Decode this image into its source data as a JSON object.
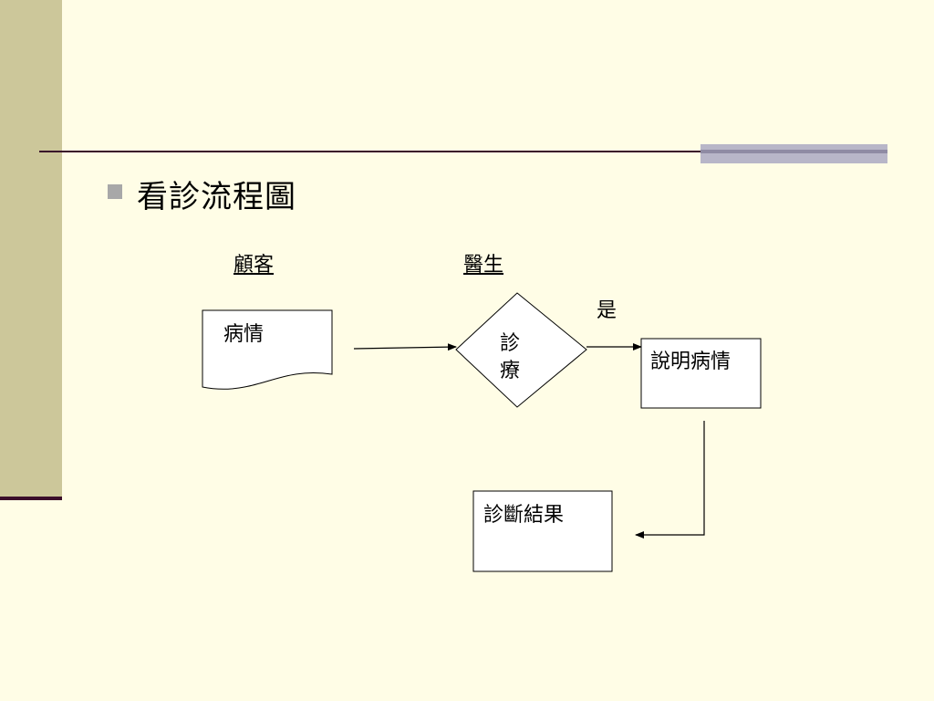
{
  "slide": {
    "title": "看診流程圖"
  },
  "diagram": {
    "lanes": {
      "customer": "顧客",
      "doctor": "醫生"
    },
    "nodes": {
      "condition": "病情",
      "diagnosis_top": "診",
      "diagnosis_bottom": "療",
      "explain": "說明病情",
      "result": "診斷結果"
    },
    "edge_labels": {
      "yes": "是"
    }
  }
}
